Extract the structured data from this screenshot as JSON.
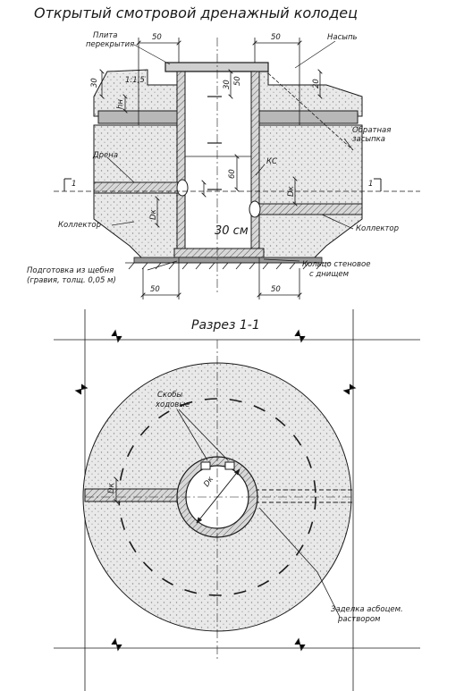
{
  "drawing": {
    "title": "Открытый смотровой дренажный колодец",
    "section_title": "Разрез 1-1"
  },
  "elevation": {
    "labels": {
      "slab": [
        "Плита",
        "перекрытия"
      ],
      "fill": "Насыпь",
      "backfill": [
        "Обратная",
        "засыпка"
      ],
      "drain": "Дрена",
      "ks": "КС",
      "collector_left": "Коллектор",
      "collector_right": "Коллектор",
      "gravel": [
        "Подготовка из щебня",
        "(гравия, толщ. 0,05 м)"
      ],
      "ring": [
        "Кольцо стеновое",
        "с днищем"
      ]
    },
    "dimensions": {
      "top_left": "50",
      "top_right": "50",
      "bottom_left": "50",
      "bottom_right": "50",
      "slope": "1:1,5",
      "d30_left": "30",
      "d30_center": "30",
      "d20": "20",
      "d50_center": "50",
      "hn": "hн",
      "h60": "60",
      "dk_left": "Dк",
      "dk_right": "Dк",
      "handwritten": "30 см"
    },
    "section_marks": {
      "left": "1",
      "right": "1"
    }
  },
  "plan": {
    "labels": {
      "brackets": [
        "Скобы",
        "ходовые"
      ],
      "dc": "Dк",
      "d_pipe": "Dк",
      "sealing": [
        "Заделка асбоцем.",
        "раствором"
      ]
    }
  }
}
